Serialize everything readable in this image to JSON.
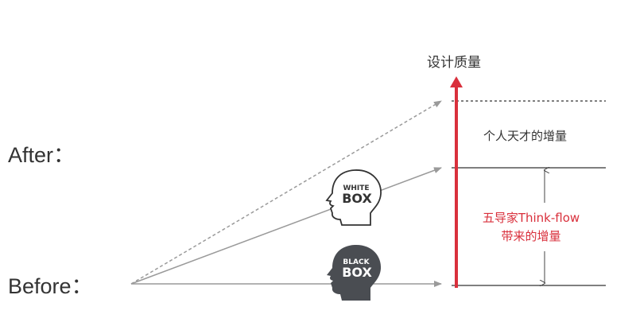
{
  "labels": {
    "after": "After：",
    "before": "Before：",
    "y_axis": "设计质量",
    "genius_increment": "个人天才的增量",
    "thinkflow_line1": "五导家Think-flow",
    "thinkflow_line2": "带来的增量"
  },
  "heads": {
    "white_line1": "WHITE",
    "white_line2": "BOX",
    "black_line1": "BLACK",
    "black_line2": "BOX"
  },
  "colors": {
    "accent_red": "#d9303c",
    "arrow_gray": "#9a9a9a",
    "head_dark": "#4a4d52"
  }
}
